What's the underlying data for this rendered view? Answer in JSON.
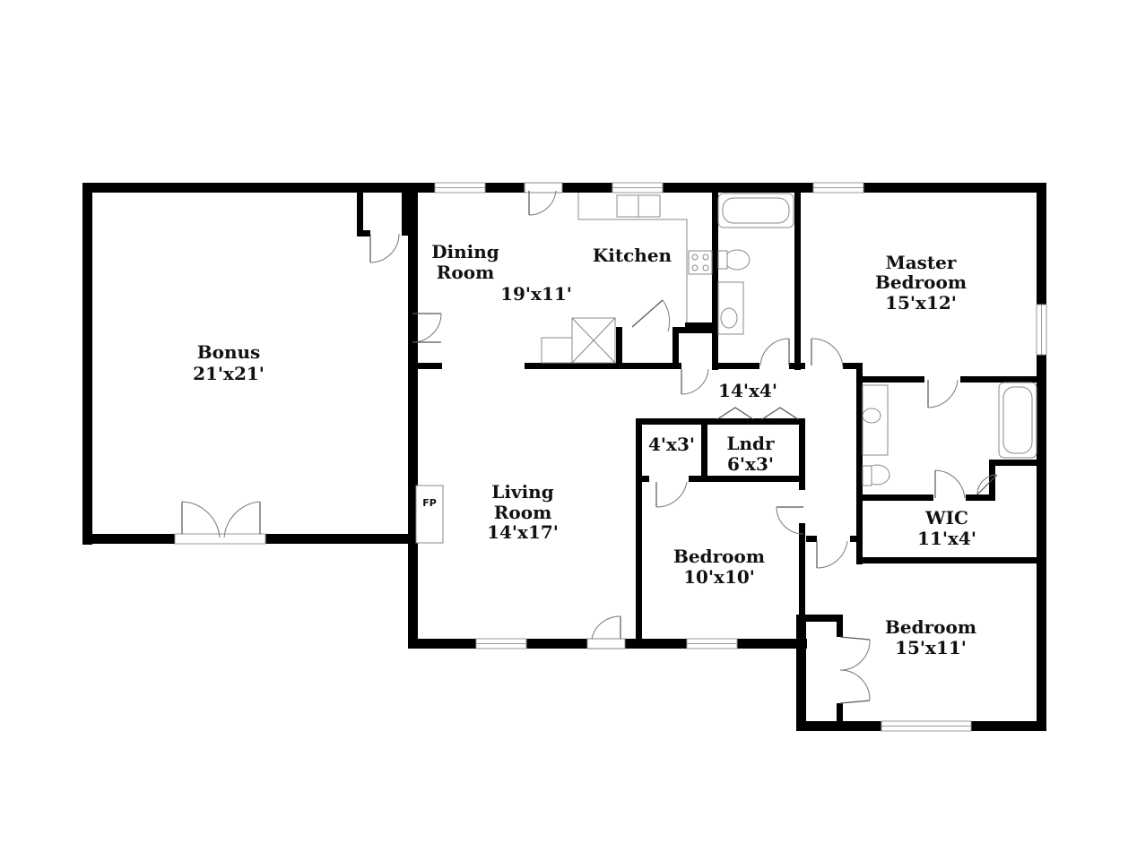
{
  "rooms": {
    "bonus": {
      "name": "Bonus",
      "size": "21'x21'"
    },
    "dining": {
      "name_line1": "Dining",
      "name_line2": "Room"
    },
    "dining_kitchen_size": "19'x11'",
    "kitchen": {
      "name": "Kitchen"
    },
    "master": {
      "name_line1": "Master",
      "name_line2": "Bedroom",
      "size": "15'x12'"
    },
    "hall": {
      "size": "14'x4'"
    },
    "closet": {
      "size": "4'x3'"
    },
    "laundry": {
      "name": "Lndr",
      "size": "6'x3'"
    },
    "living": {
      "name_line1": "Living",
      "name_line2": "Room",
      "size": "14'x17'"
    },
    "bedroom_small": {
      "name": "Bedroom",
      "size": "10'x10'"
    },
    "wic": {
      "name": "WIC",
      "size": "11'x4'"
    },
    "bedroom_large": {
      "name": "Bedroom",
      "size": "15'x11'"
    }
  },
  "fireplace": {
    "label": "FP"
  }
}
